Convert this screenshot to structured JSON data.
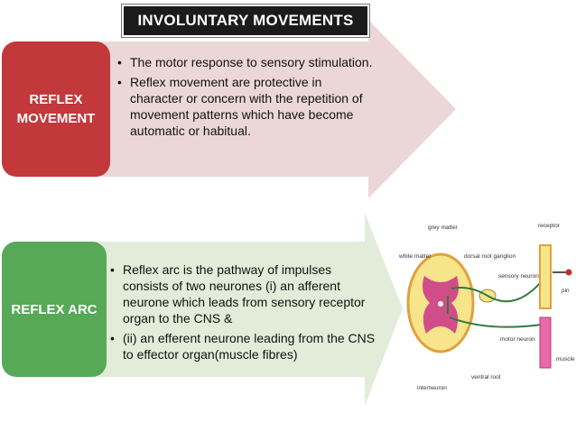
{
  "title": "INVOLUNTARY MOVEMENTS",
  "sections": [
    {
      "heading_line1": "REFLEX",
      "heading_line2": "MOVEMENT",
      "bullets": [
        "The motor response to sensory stimulation.",
        "Reflex movement are protective in character or concern with the repetition of movement patterns which have become automatic or habitual."
      ],
      "colors": {
        "box": "#c3383a",
        "arrow": "#ecd7d8"
      }
    },
    {
      "heading": "REFLEX ARC",
      "bullets": [
        "Reflex arc is the pathway of impulses consists of  two neurones (i) an afferent neurone  which leads from sensory receptor organ to the CNS &",
        "(ii) an efferent neurone  leading from the CNS to effector organ(muscle fibres)"
      ],
      "colors": {
        "box": "#57a857",
        "arrow": "#e3ecd9"
      }
    }
  ],
  "diagram_labels": {
    "grey_matter": "grey matter",
    "white_matter": "white matter",
    "dorsal_root_ganglion": "dorsal root ganglion",
    "receptor": "receptor",
    "sensory_neuron": "sensory neuron",
    "pin": "pin",
    "motor_neuron": "motor neuron",
    "muscle": "muscle",
    "ventral_root": "ventral root",
    "interneuron": "interneuron"
  }
}
